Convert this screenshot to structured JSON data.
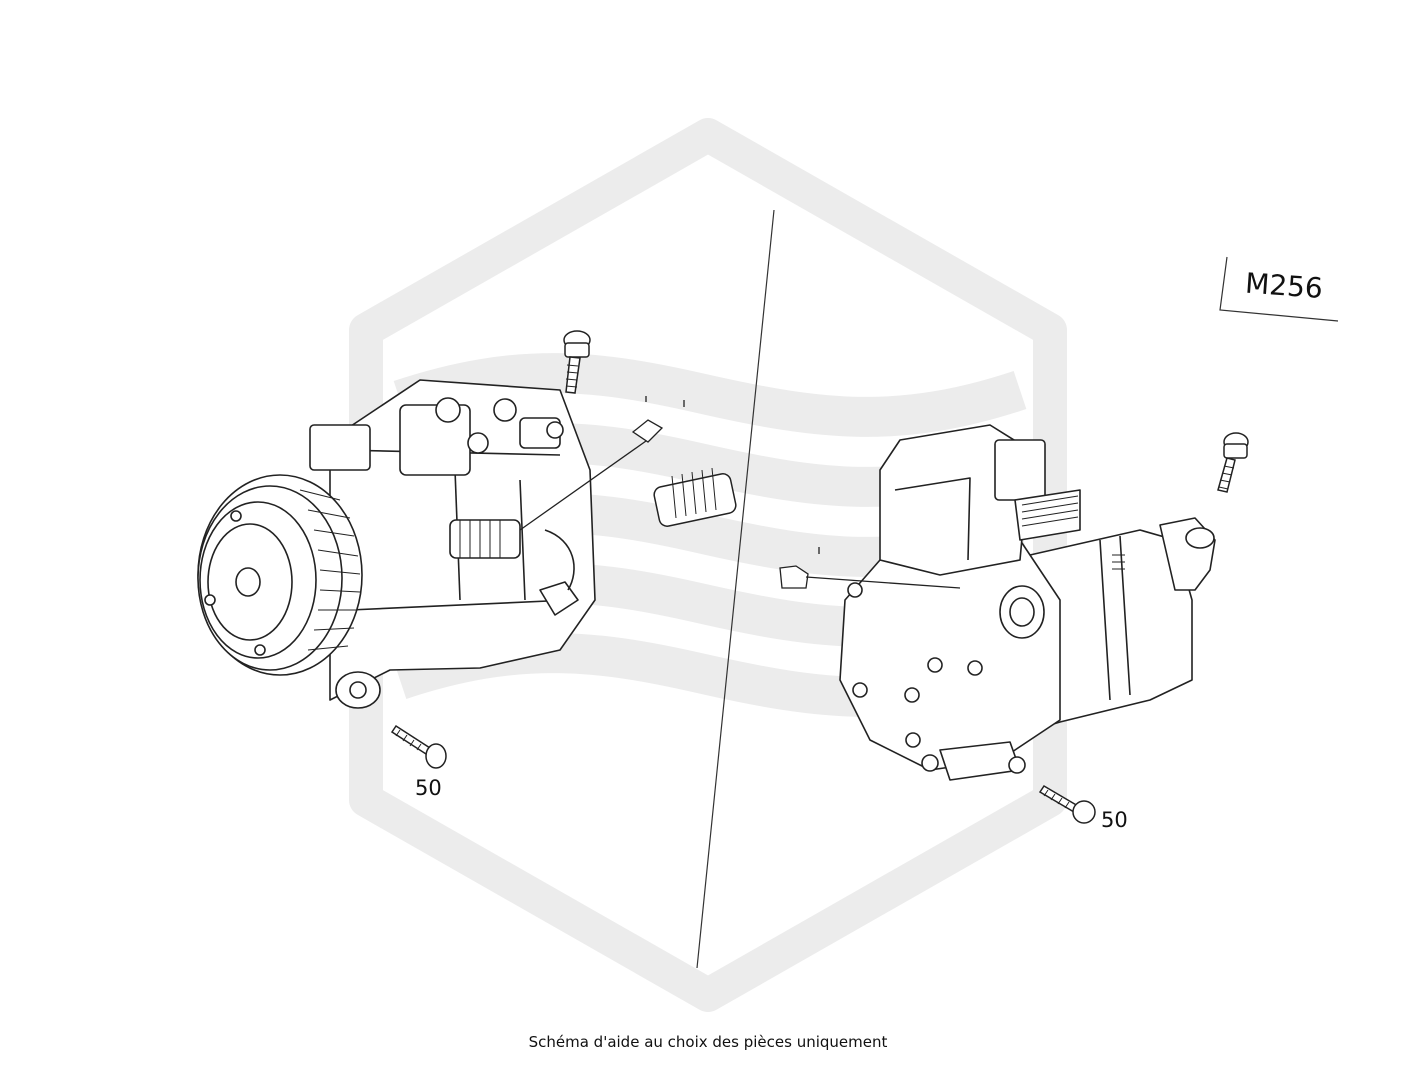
{
  "diagram": {
    "variant_label": "M256",
    "callout_left": "50",
    "callout_right": "50",
    "footer_note": "Schéma d'aide au choix des pièces uniquement"
  }
}
